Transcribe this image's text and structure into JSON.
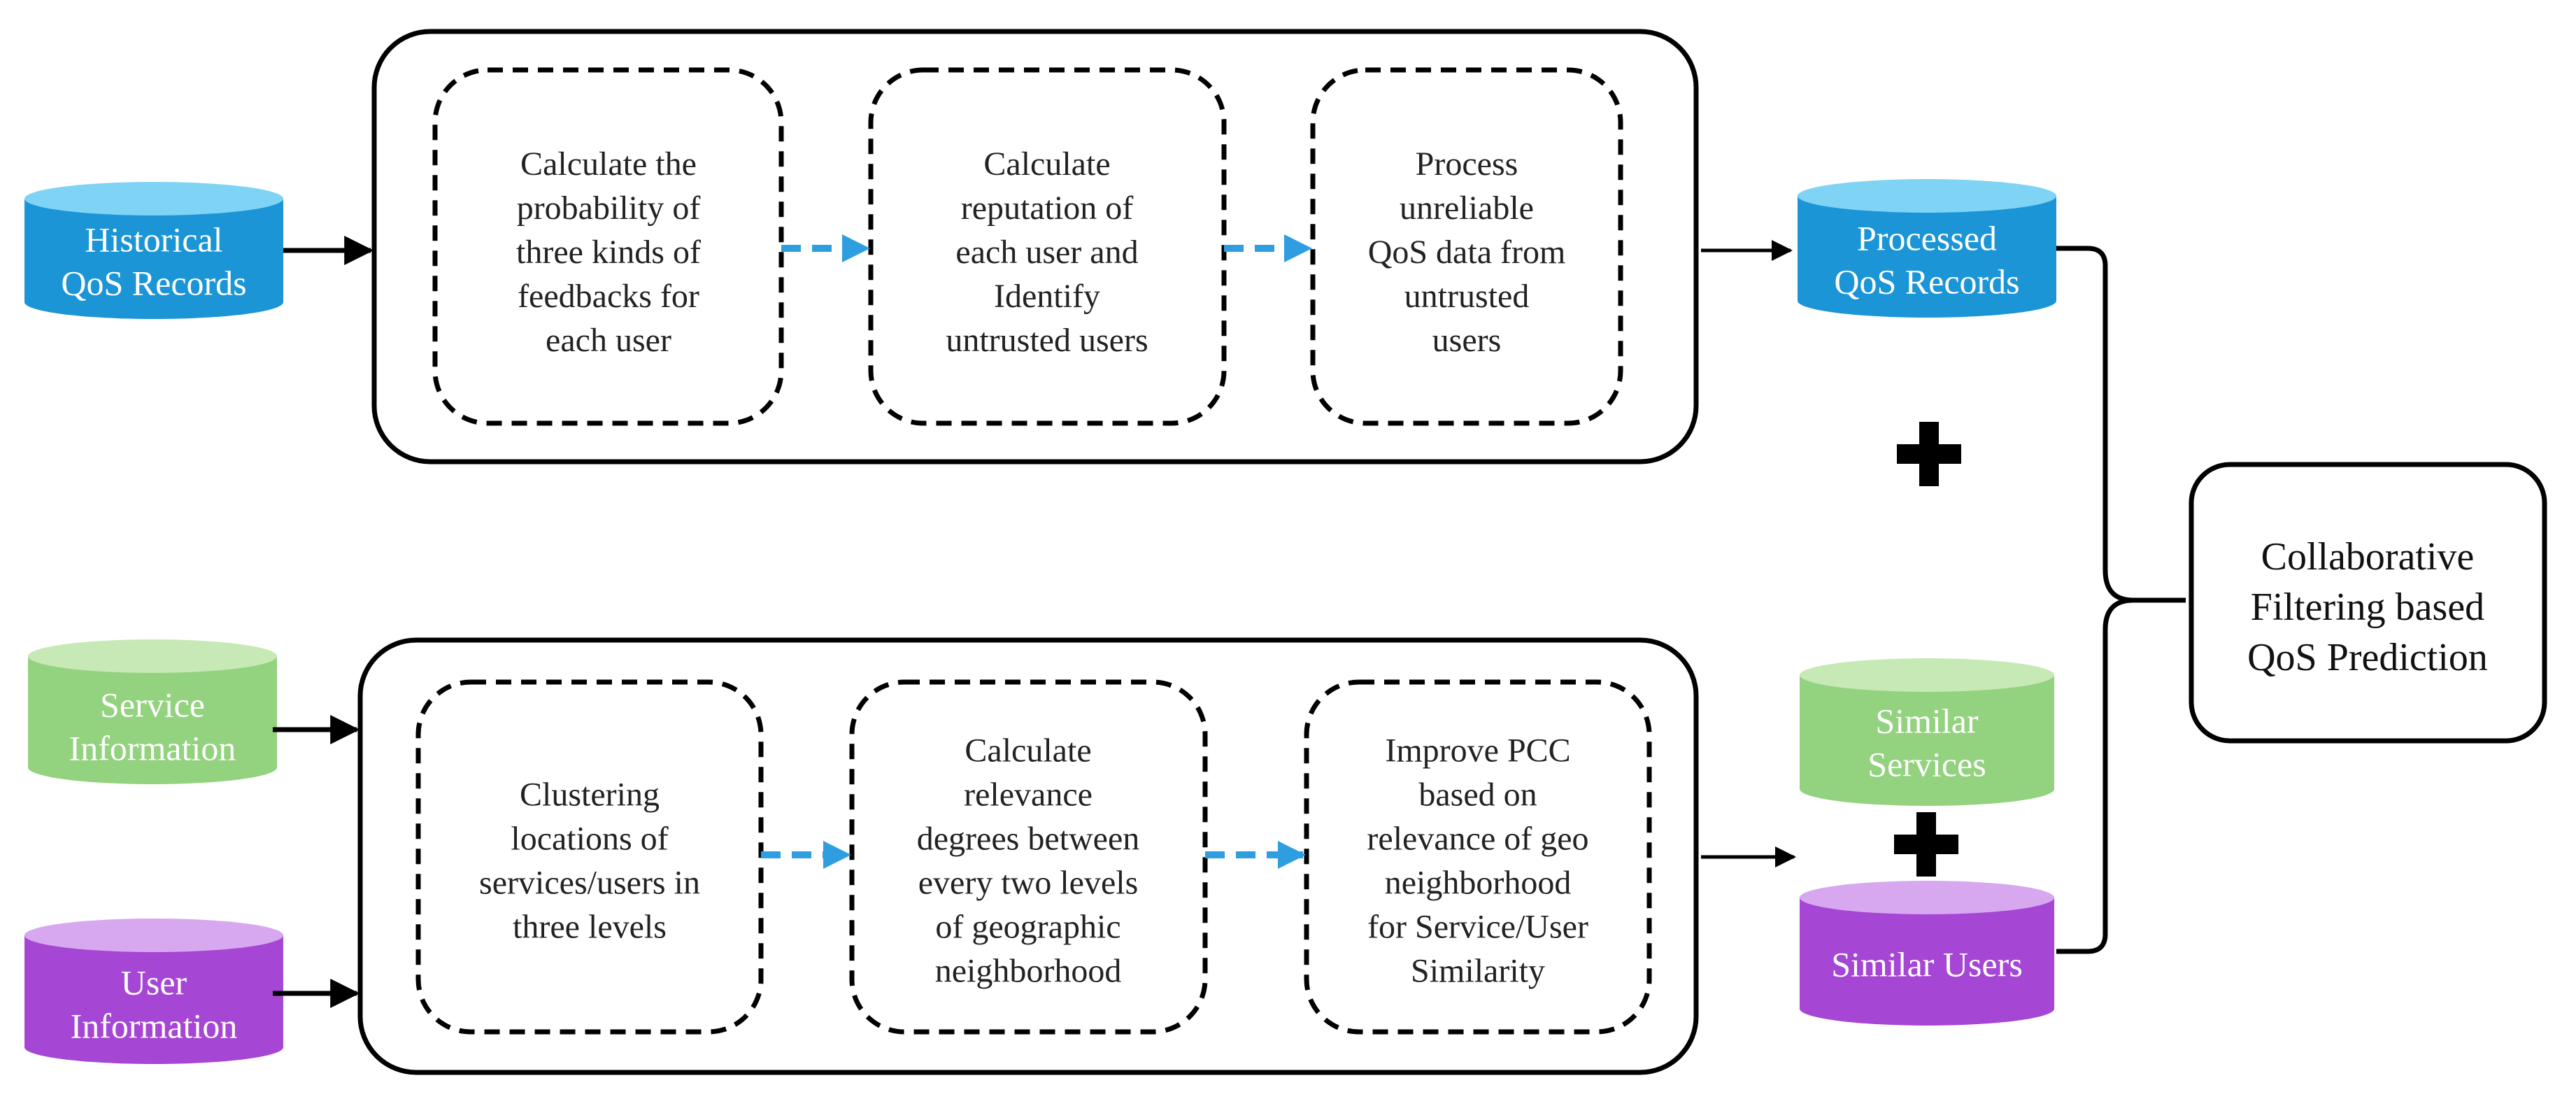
{
  "colors": {
    "blue_top": "#7fd3f5",
    "blue_body": "#1b95d6",
    "green_top": "#c6e9b5",
    "green_body": "#93d27f",
    "purple_top": "#d7a8ef",
    "purple_body": "#a546d4",
    "arrow_blue": "#2f9ee0",
    "stroke": "#000000"
  },
  "inputs": {
    "historical": [
      "Historical",
      "QoS Records"
    ],
    "service": [
      "Service",
      "Information"
    ],
    "user": [
      "User",
      "Information"
    ]
  },
  "top_steps": [
    [
      "Calculate the",
      "probability of",
      "three kinds of",
      "feedbacks for",
      "each user"
    ],
    [
      "Calculate",
      "reputation of",
      "each user and",
      "Identify",
      "untrusted users"
    ],
    [
      "Process",
      "unreliable",
      "QoS data from",
      "untrusted",
      "users"
    ]
  ],
  "bottom_steps": [
    [
      "Clustering",
      "locations of",
      "services/users in",
      "three levels"
    ],
    [
      "Calculate",
      "relevance",
      "degrees between",
      "every two levels",
      "of geographic",
      "neighborhood"
    ],
    [
      "Improve PCC",
      "based on",
      "relevance of geo",
      "neighborhood",
      "for Service/User",
      "Similarity"
    ]
  ],
  "outputs": {
    "processed": [
      "Processed",
      "QoS Records"
    ],
    "similar_services": [
      "Similar",
      "Services"
    ],
    "similar_users": [
      "Similar Users"
    ]
  },
  "result": [
    "Collaborative",
    "Filtering based",
    "QoS Prediction"
  ]
}
